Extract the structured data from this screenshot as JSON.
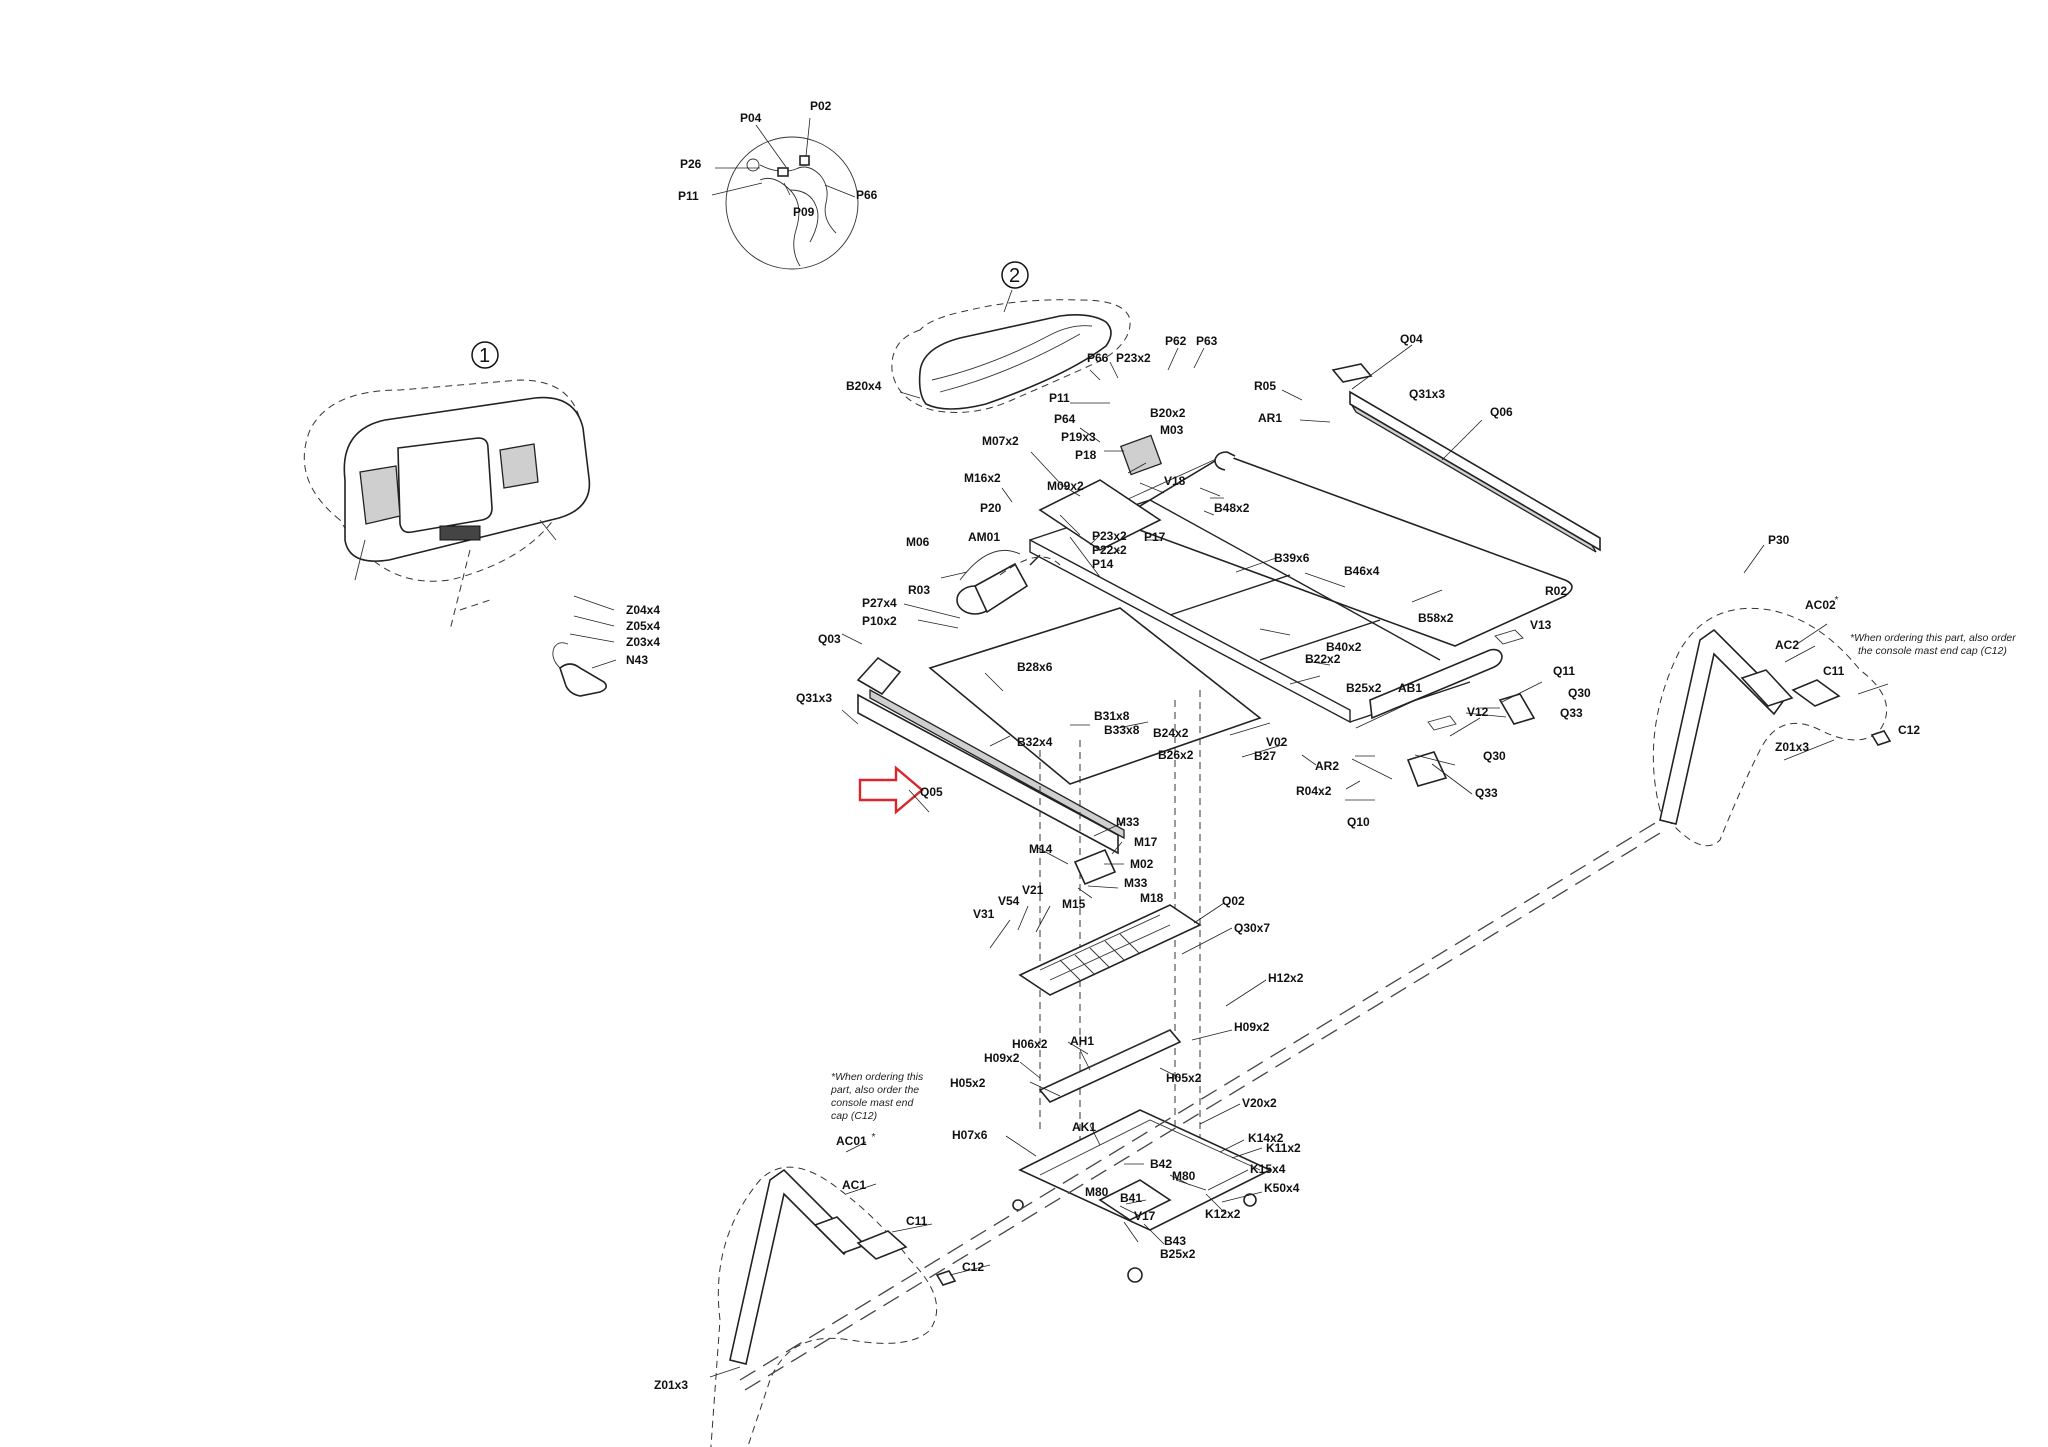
{
  "callouts": {
    "c01": "P02",
    "c02": "P04",
    "c03": "P26",
    "c04": "P11",
    "c05": "P09",
    "c06": "P66",
    "c07": "2",
    "c08": "B20x4",
    "c09": "P66",
    "c10": "P23x2",
    "c11": "P62",
    "c12": "P63",
    "c13": "Q04",
    "c14": "R05",
    "c15": "Q31x3",
    "c16": "AR1",
    "c17": "Q06",
    "c18": "P11",
    "c19": "P64",
    "c20": "B20x2",
    "c21": "M03",
    "c22": "P19x3",
    "c23": "P18",
    "c24": "M07x2",
    "c25": "M16x2",
    "c26": "M09x2",
    "c27": "V18",
    "c28": "B48x2",
    "c29": "P20",
    "c30": "P23x2",
    "c31": "P17",
    "c32": "P22x2",
    "c33": "P14",
    "c34": "B39x6",
    "c35": "B46x4",
    "c36": "M06",
    "c37": "AM01",
    "c38": "R03",
    "c39": "P27x4",
    "c40": "P10x2",
    "c41": "Q03",
    "c42": "B28x6",
    "c43": "B58x2",
    "c44": "R02",
    "c45": "V13",
    "c46": "B40x2",
    "c47": "B22x2",
    "c48": "B25x2",
    "c49": "AB1",
    "c50": "Q11",
    "c51": "Q30",
    "c52": "Q33",
    "c53": "Q31x3",
    "c54": "B31x8",
    "c55": "B33x8",
    "c56": "B32x4",
    "c57": "B24x2",
    "c58": "V02",
    "c59": "B26x2",
    "c60": "B27",
    "c61": "V12",
    "c62": "AR2",
    "c63": "Q30",
    "c64": "R04x2",
    "c65": "Q33",
    "c66": "Q10",
    "c67": "Q05",
    "c68": "M33",
    "c69": "M17",
    "c70": "M14",
    "c71": "M02",
    "c72": "M33",
    "c73": "M18",
    "c74": "M15",
    "c75": "V21",
    "c76": "V54",
    "c77": "V31",
    "c78": "Q02",
    "c79": "Q30x7",
    "c80": "H12x2",
    "c81": "H09x2",
    "c82": "H06x2",
    "c83": "AH1",
    "c84": "H09x2",
    "c85": "H05x2",
    "c86": "H05x2",
    "c87": "V20x2",
    "c88": "AK1",
    "c89": "H07x6",
    "c90": "K14x2",
    "c91": "K11x2",
    "c92": "B42",
    "c93": "K15x4",
    "c94": "M80",
    "c95": "M80",
    "c96": "K50x4",
    "c97": "B41",
    "c98": "K12x2",
    "c99": "V17",
    "c100": "B43",
    "c101": "B25x2",
    "c102": "1",
    "c103": "Z04x4",
    "c104": "Z05x4",
    "c105": "Z03x4",
    "c106": "N43",
    "c107": "P30",
    "c108": "AC02",
    "c109": "AC2",
    "c110": "C11",
    "c111": "C12",
    "c112": "Z01x3",
    "c113": "AC01",
    "c114": "AC1",
    "c115": "C11",
    "c116": "C12",
    "c117": "Z01x3"
  },
  "notes": {
    "right_note": [
      "*When ordering this part, also order",
      "the console mast end cap (C12)"
    ],
    "left_note": [
      "*When ordering this",
      "part, also order the",
      "console mast end",
      "cap (C12)"
    ]
  },
  "asterisks": {
    "ac02": "*",
    "ac01": "*"
  },
  "colors": {
    "line": "#222222",
    "highlight_arrow": "#d9262c",
    "background": "#ffffff"
  }
}
